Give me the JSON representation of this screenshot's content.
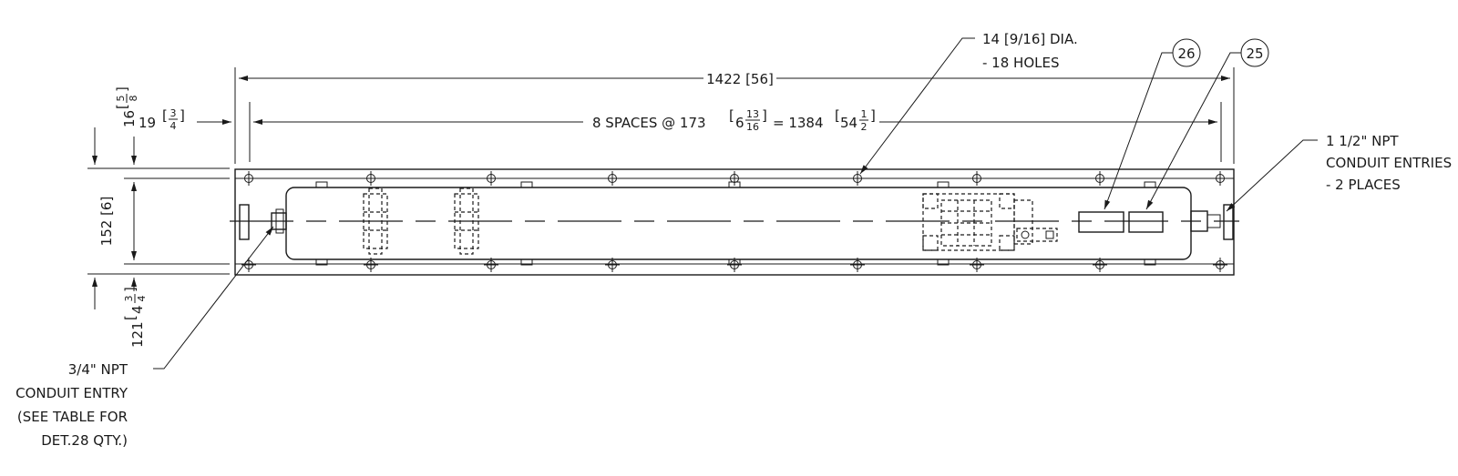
{
  "dimensions": {
    "overall_width": "1422 [56]",
    "spacing_prefix": "8 SPACES @ 173",
    "spacing_frac_whole": "6",
    "spacing_frac_num": "13",
    "spacing_frac_den": "16",
    "spacing_mid": "= 1384",
    "spacing_total_whole": "54",
    "spacing_total_num": "1",
    "spacing_total_den": "2",
    "end_offset": "19",
    "end_offset_num": "3",
    "end_offset_den": "4",
    "top_offset": "16",
    "top_offset_num": "5",
    "top_offset_den": "8",
    "height": "152 [6]",
    "bottom": "121",
    "bottom_whole": "4",
    "bottom_num": "3",
    "bottom_den": "4"
  },
  "notes": {
    "holes_line1": "14 [9/16] DIA.",
    "holes_line2": "- 18 HOLES",
    "npt_right_line1": "1 1/2\" NPT",
    "npt_right_line2": "CONDUIT ENTRIES",
    "npt_right_line3": "- 2 PLACES",
    "npt_left_line1": "3/4\" NPT",
    "npt_left_line2": "CONDUIT ENTRY",
    "npt_left_line3": "(SEE TABLE FOR",
    "npt_left_line4": "DET.28 QTY.)"
  },
  "balloons": {
    "item_26": "26",
    "item_25": "25"
  }
}
